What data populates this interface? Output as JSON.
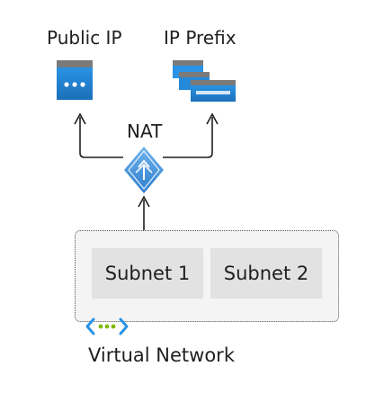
{
  "labels": {
    "public_ip": "Public IP",
    "ip_prefix": "IP Prefix",
    "nat": "NAT",
    "subnet_1": "Subnet 1",
    "subnet_2": "Subnet 2",
    "virtual_network": "Virtual Network"
  },
  "icons": {
    "public_ip": "public-ip-icon",
    "ip_prefix": "ip-prefix-icon",
    "nat": "nat-gateway-icon",
    "vnet": "virtual-network-icon"
  },
  "colors": {
    "azure_blue": "#1f8fe0",
    "azure_dark": "#1b6fb8",
    "nat_blue": "#5aa4e3",
    "vnet_green": "#7fba00",
    "line": "#1f1f1f",
    "subnet_fill": "#e2e2e2",
    "vnet_fill": "#f4f4f4"
  }
}
